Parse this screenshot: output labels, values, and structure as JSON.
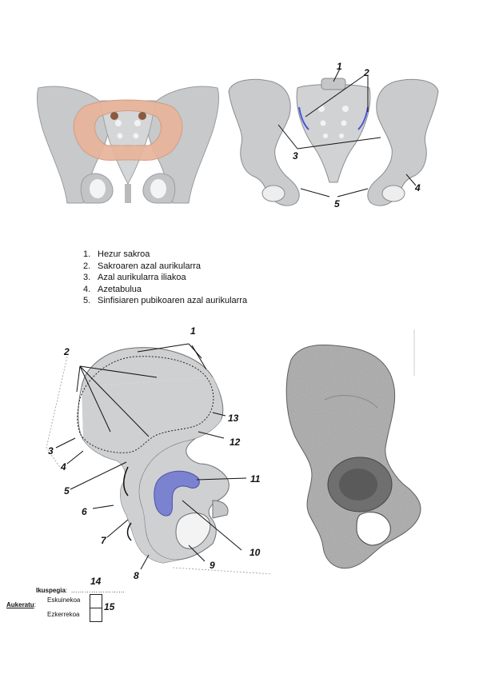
{
  "legend": {
    "items": [
      {
        "num": "1.",
        "text": "Hezur sakroa"
      },
      {
        "num": "2.",
        "text": "Sakroaren azal aurikularra"
      },
      {
        "num": "3.",
        "text": "Azal aurikularra iliakoa"
      },
      {
        "num": "4.",
        "text": "Azetabulua"
      },
      {
        "num": "5.",
        "text": "Sinfisiaren pubikoaren azal aurikularra"
      }
    ]
  },
  "top_right_labels": [
    "1",
    "2",
    "3",
    "4",
    "5"
  ],
  "bottom_labels": [
    "1",
    "2",
    "3",
    "4",
    "5",
    "6",
    "7",
    "8",
    "9",
    "10",
    "11",
    "12",
    "13"
  ],
  "view": {
    "label": "Ikuspegia",
    "separator": ":",
    "dots": "……………………",
    "num": "14"
  },
  "choose": {
    "label": "Aukeratu",
    "separator": ":",
    "option_left": "Eskuinekoa",
    "option_right": "Ezkerrekoa",
    "num": "15"
  },
  "colors": {
    "bone": "#c9cbcd",
    "bone_dark": "#8a8c8e",
    "sacrum_pink": "#e8b49a",
    "acetabulum_blue": "#7b82cf",
    "photo_bone": "#a9a9a9"
  }
}
